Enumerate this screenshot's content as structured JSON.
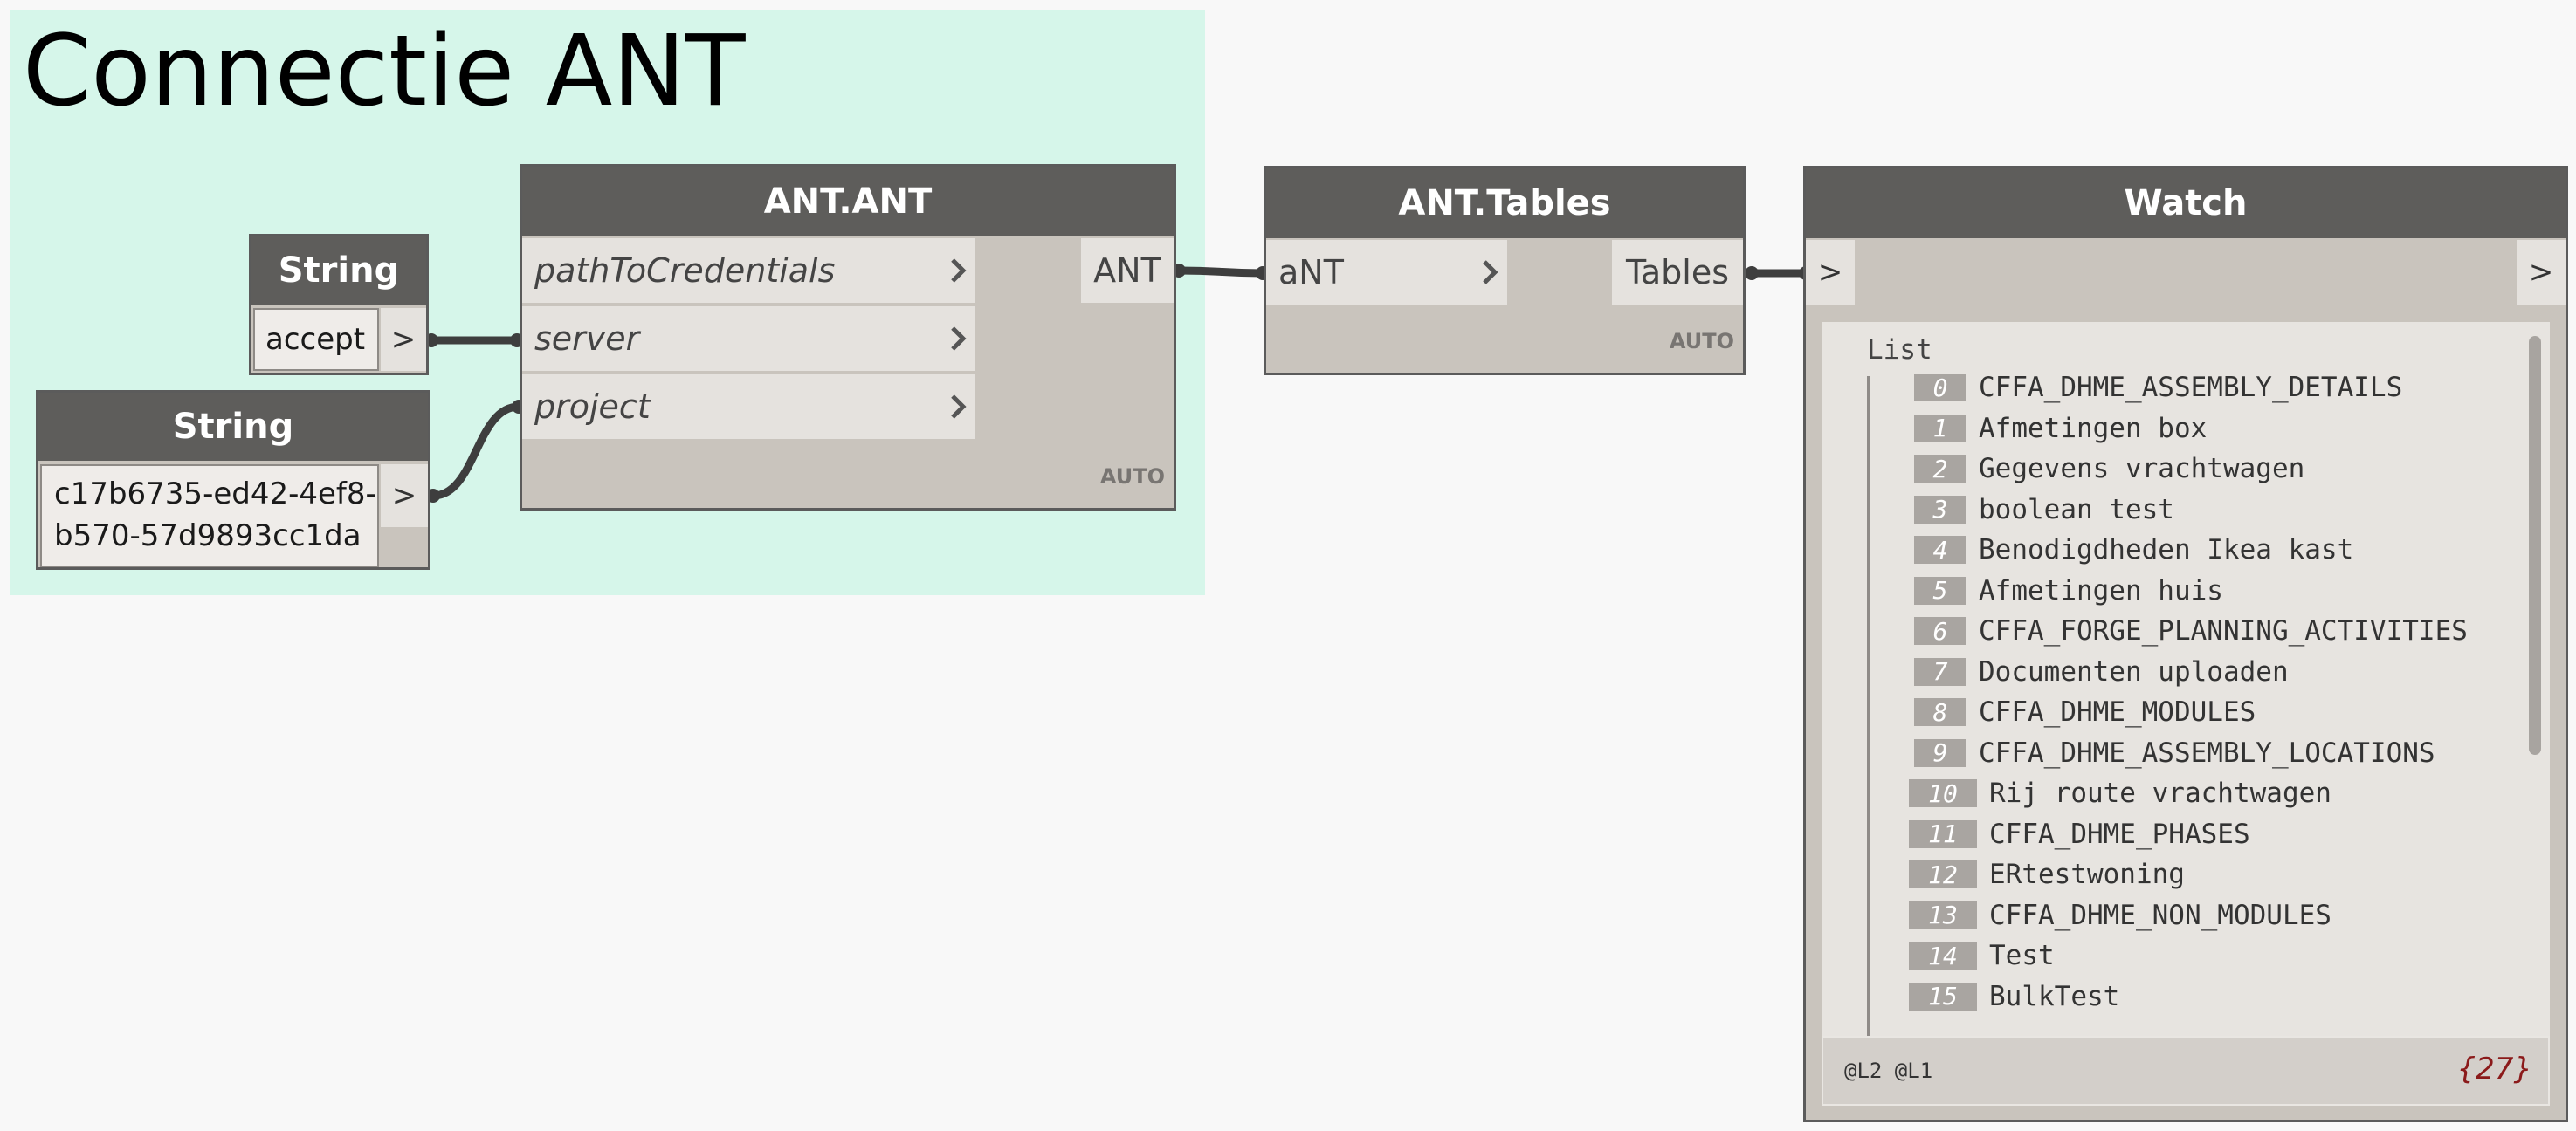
{
  "group": {
    "title": "Connectie ANT"
  },
  "nodes": {
    "string_server": {
      "title": "String",
      "value": "accept",
      "output_arrow": ">"
    },
    "string_project": {
      "title": "String",
      "value_line1": "c17b6735-ed42-4ef8-",
      "value_line2": "b570-57d9893cc1da",
      "output_arrow": ">"
    },
    "ant_ant": {
      "title": "ANT.ANT",
      "inputs": [
        "pathToCredentials",
        "server",
        "project"
      ],
      "output": "ANT",
      "lacing": "AUTO"
    },
    "ant_tables": {
      "title": "ANT.Tables",
      "inputs": [
        "aNT"
      ],
      "output": "Tables",
      "lacing": "AUTO"
    },
    "watch": {
      "title": "Watch",
      "input_arrow": ">",
      "output_arrow": ">",
      "list_label": "List",
      "items": [
        {
          "index": "0",
          "value": "CFFA_DHME_ASSEMBLY_DETAILS"
        },
        {
          "index": "1",
          "value": "Afmetingen box"
        },
        {
          "index": "2",
          "value": "Gegevens vrachtwagen"
        },
        {
          "index": "3",
          "value": "boolean test"
        },
        {
          "index": "4",
          "value": "Benodigdheden Ikea kast"
        },
        {
          "index": "5",
          "value": "Afmetingen huis"
        },
        {
          "index": "6",
          "value": "CFFA_FORGE_PLANNING_ACTIVITIES"
        },
        {
          "index": "7",
          "value": "Documenten uploaden"
        },
        {
          "index": "8",
          "value": "CFFA_DHME_MODULES"
        },
        {
          "index": "9",
          "value": "CFFA_DHME_ASSEMBLY_LOCATIONS"
        },
        {
          "index": "10",
          "value": "Rij route vrachtwagen"
        },
        {
          "index": "11",
          "value": "CFFA_DHME_PHASES"
        },
        {
          "index": "12",
          "value": "ERtestwoning"
        },
        {
          "index": "13",
          "value": "CFFA_DHME_NON_MODULES"
        },
        {
          "index": "14",
          "value": "Test"
        },
        {
          "index": "15",
          "value": "BulkTest"
        }
      ],
      "levels": "@L2 @L1",
      "count": "{27}"
    }
  },
  "colors": {
    "group_bg": "#d6f6ea",
    "node_header": "#5e5d5b",
    "node_body": "#c9c4bd",
    "port_bg": "#e5e2de",
    "wire": "#3e3e3e",
    "count_accent": "#8b1a1a"
  },
  "icons": {
    "port_chevron": "chevron-right-icon",
    "wire_connector": "connector-dot-icon"
  }
}
